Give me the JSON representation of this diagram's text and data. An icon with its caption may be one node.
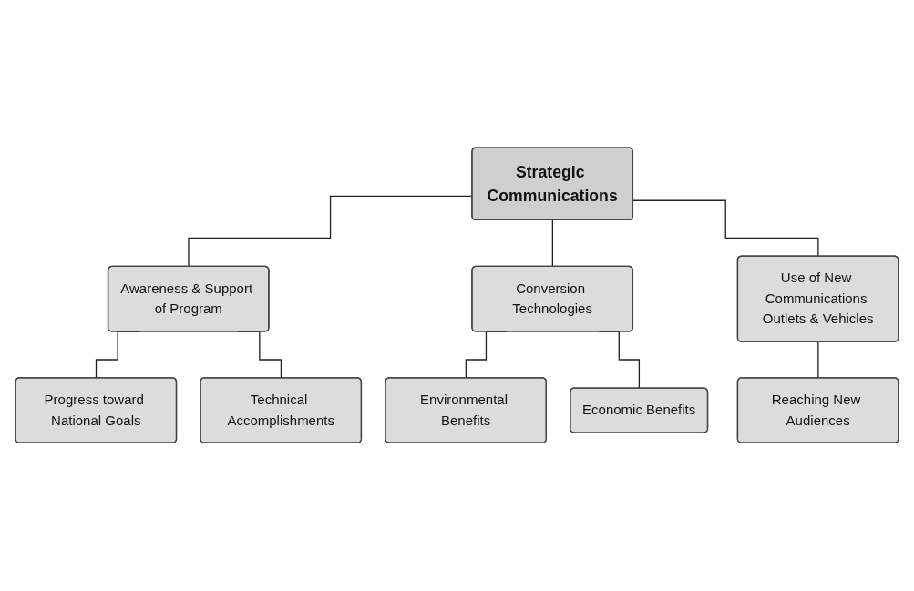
{
  "diagram": {
    "nodes": [
      {
        "text": [
          "Strategic Communications"
        ]
      },
      {
        "text": [
          "Awareness & Support of Program"
        ]
      },
      {
        "text": [
          "Conversion Technologies"
        ]
      },
      {
        "text": [
          "Use of New Communications Outlets & Vehicles"
        ]
      },
      {
        "text": [
          "Progress toward National Goals"
        ]
      },
      {
        "text": [
          "Technical Accomplishments"
        ]
      },
      {
        "text": [
          "Environmental Benefits"
        ]
      },
      {
        "text": [
          "Economic Benefits"
        ]
      },
      {
        "text": [
          "Reaching New Audiences"
        ]
      }
    ],
    "edges": [
      {
        "from": 0,
        "to": 1,
        "arrow": "none"
      },
      {
        "from": 0,
        "to": 2,
        "arrow": "none"
      },
      {
        "from": 0,
        "to": 3,
        "arrow": "none"
      },
      {
        "from": 1,
        "to": 4,
        "arrow": "none"
      },
      {
        "from": 1,
        "to": 5,
        "arrow": "none"
      },
      {
        "from": 2,
        "to": 6,
        "arrow": "none"
      },
      {
        "from": 2,
        "to": 7,
        "arrow": "none"
      },
      {
        "from": 3,
        "to": 8,
        "arrow": "none"
      }
    ]
  }
}
